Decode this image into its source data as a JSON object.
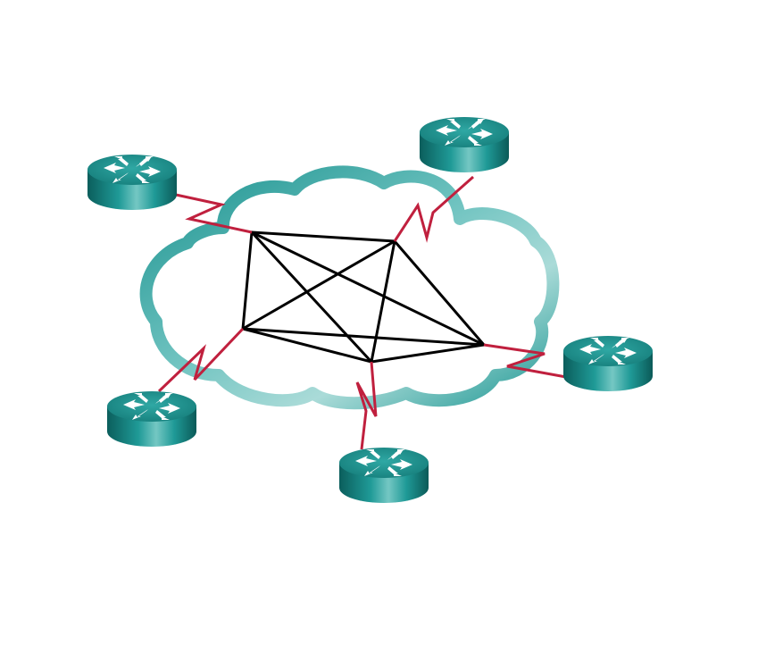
{
  "diagram": {
    "type": "network-topology",
    "cloud": {
      "name": "wan-cloud",
      "mesh": "full-mesh"
    },
    "routers": [
      {
        "id": "router-top-left",
        "icon": "router-icon"
      },
      {
        "id": "router-top-right",
        "icon": "router-icon"
      },
      {
        "id": "router-right",
        "icon": "router-icon"
      },
      {
        "id": "router-bottom",
        "icon": "router-icon"
      },
      {
        "id": "router-bottom-left",
        "icon": "router-icon"
      }
    ],
    "links": {
      "type": "serial",
      "icon": "serial-link-icon"
    },
    "colors": {
      "router_teal": "#1a8a88",
      "cloud_teal": "#239a98",
      "serial_link": "#c0203e",
      "mesh_line": "#000000"
    }
  }
}
